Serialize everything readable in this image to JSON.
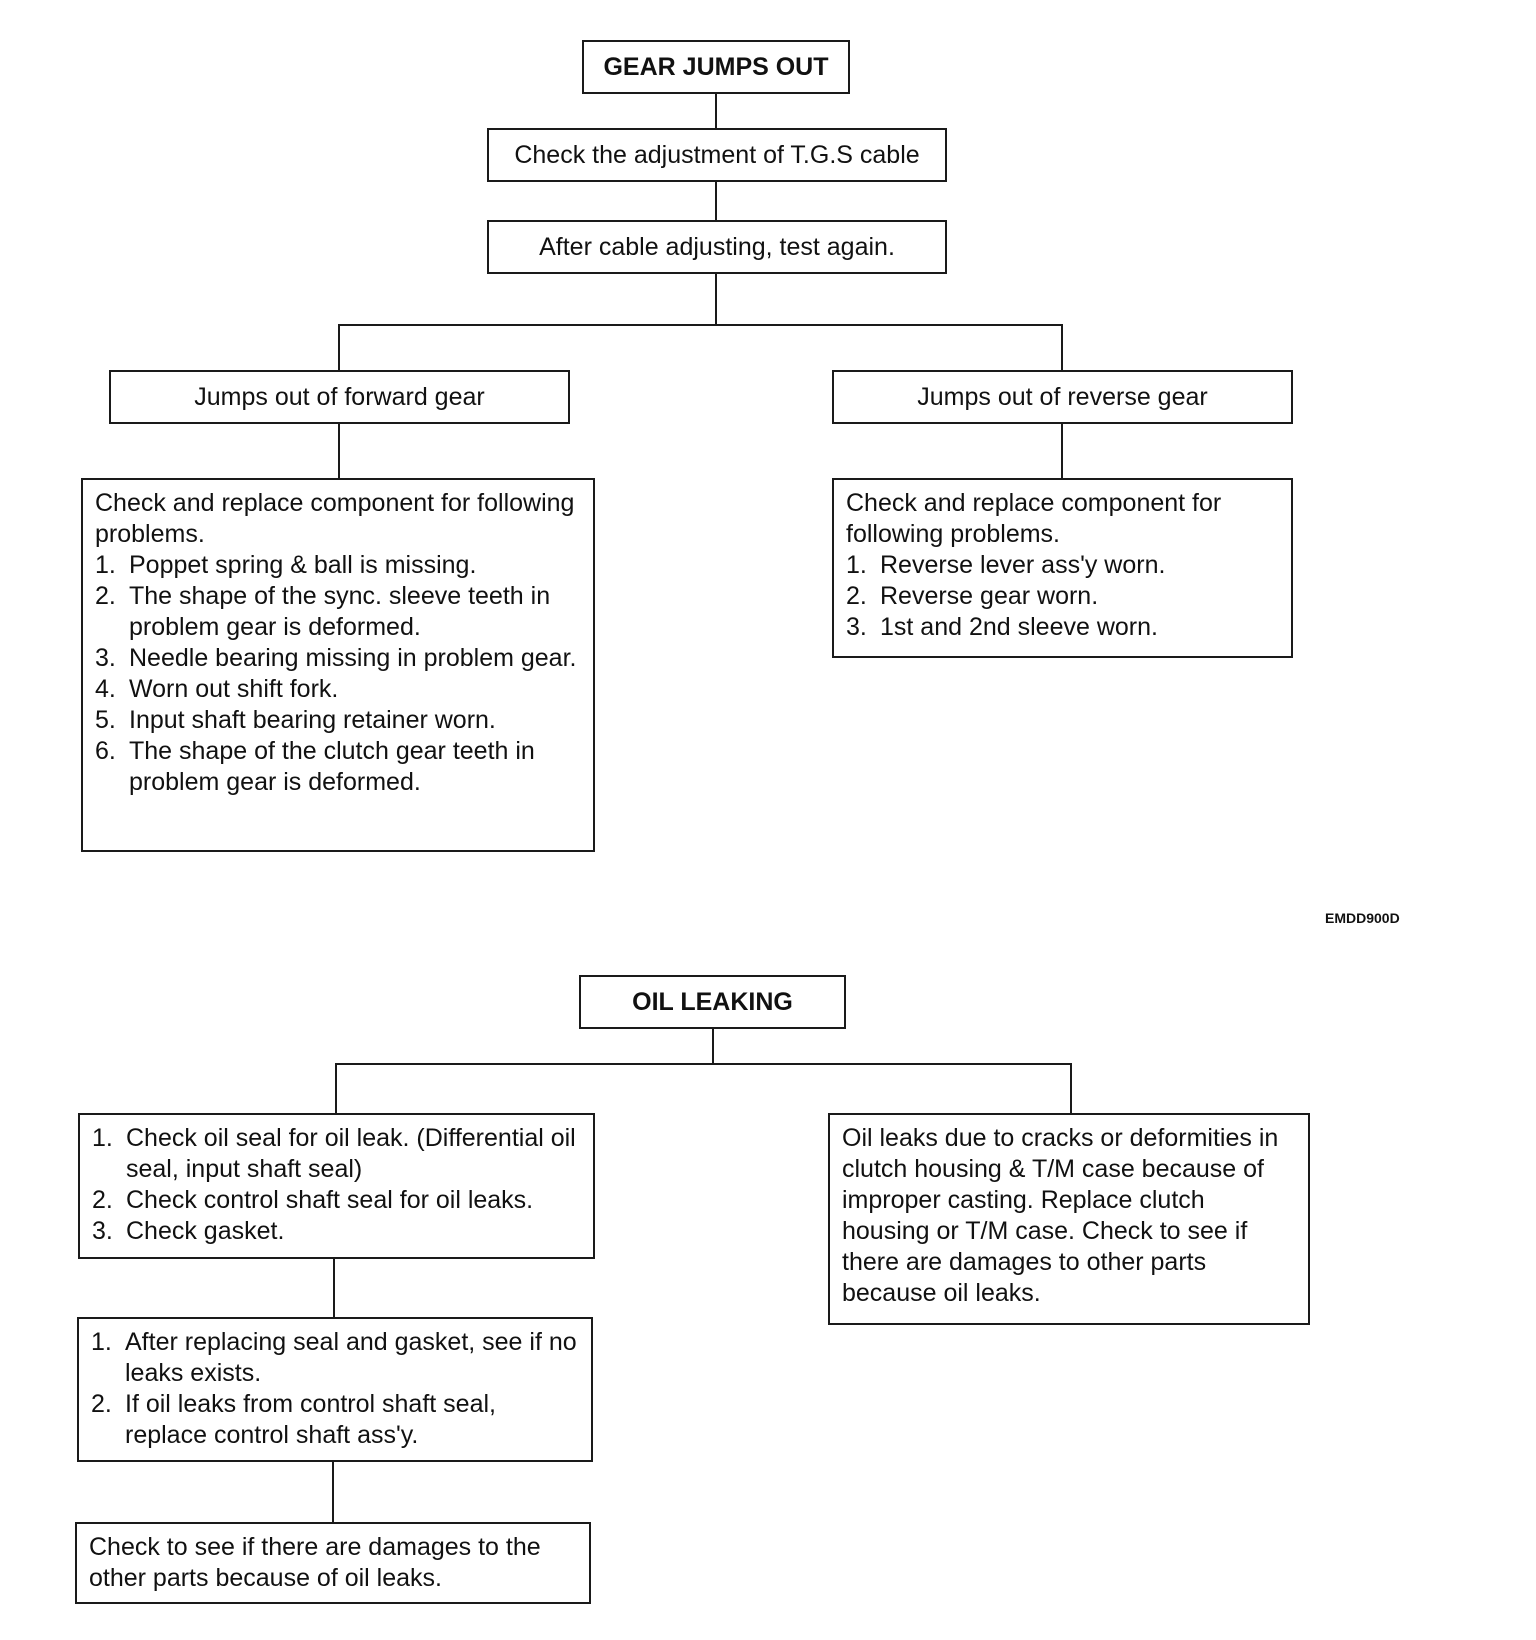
{
  "gear_jumps_out": {
    "title": "GEAR JUMPS OUT",
    "step1": "Check the adjustment of T.G.S cable",
    "step2": "After cable adjusting, test again.",
    "forward": {
      "label": "Jumps out of forward gear",
      "intro": "Check and replace component for following problems.",
      "items": [
        "Poppet spring & ball is missing.",
        "The shape of the sync. sleeve teeth in problem gear is deformed.",
        "Needle bearing missing in problem gear.",
        "Worn out shift fork.",
        "Input shaft bearing retainer worn.",
        "The shape of the clutch gear teeth in problem gear is deformed."
      ]
    },
    "reverse": {
      "label": "Jumps out of reverse gear",
      "intro": "Check and replace component for following problems.",
      "items": [
        "Reverse lever ass'y worn.",
        "Reverse gear worn.",
        "1st and 2nd sleeve worn."
      ]
    }
  },
  "figure_code": "EMDD900D",
  "oil_leaking": {
    "title": "OIL LEAKING",
    "left1": {
      "items": [
        "Check oil seal for oil leak. (Differential oil seal, input shaft seal)",
        "Check control shaft seal for oil leaks.",
        "Check gasket."
      ]
    },
    "left2": {
      "items": [
        "After replacing seal and gasket, see if no leaks exists.",
        "If oil leaks from control shaft seal, replace control shaft ass'y."
      ]
    },
    "left3": "Check to see if there are damages to the other parts because of oil leaks.",
    "right": "Oil leaks due to cracks or deformities in clutch housing & T/M case because of improper casting. Replace clutch housing or T/M case. Check to see if there are damages to other parts because oil leaks."
  }
}
